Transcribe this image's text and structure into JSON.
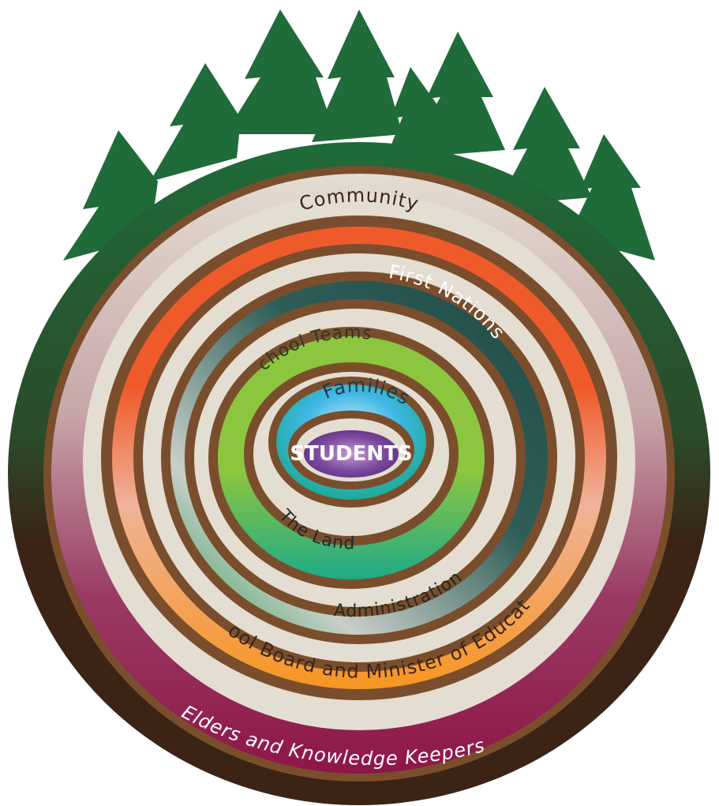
{
  "diagram": {
    "center": {
      "label": "STUDENTS"
    },
    "rings": [
      {
        "key": "families",
        "label": "Families",
        "color": "#3fb7e6"
      },
      {
        "key": "the_land",
        "label": "The Land",
        "color": "#1aa98a"
      },
      {
        "key": "school_teams",
        "label": "School Teams",
        "footnote_mark": "*",
        "color": "#8cc63f"
      },
      {
        "key": "administration",
        "label": "Administration",
        "color": "#1f9a4a"
      },
      {
        "key": "first_nations",
        "label": "First Nations",
        "color": "#1e4a44"
      },
      {
        "key": "community",
        "label": "Community",
        "color": "#ef5a2a"
      },
      {
        "key": "school_board",
        "label": "School Board and Minister of Education",
        "color": "#f7941d"
      },
      {
        "key": "elders",
        "label": "Elders and Knowledge Keepers",
        "color": "#8e1547"
      }
    ],
    "colors": {
      "tree_green": "#1f6b3a",
      "bark_brown": "#3b2416",
      "ring_line": "#7a4e2d",
      "wood_cream": "#e4ddd2",
      "center_purple": "#7b4a9e"
    }
  }
}
